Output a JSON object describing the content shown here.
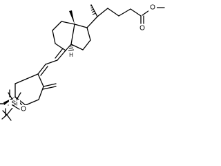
{
  "structure": {
    "atom_labels": {
      "ester_o_carbonyl": "O",
      "ester_o_methyl": "O",
      "silyl_o": "O",
      "silicon": "Si",
      "stereo_h": "H"
    }
  }
}
